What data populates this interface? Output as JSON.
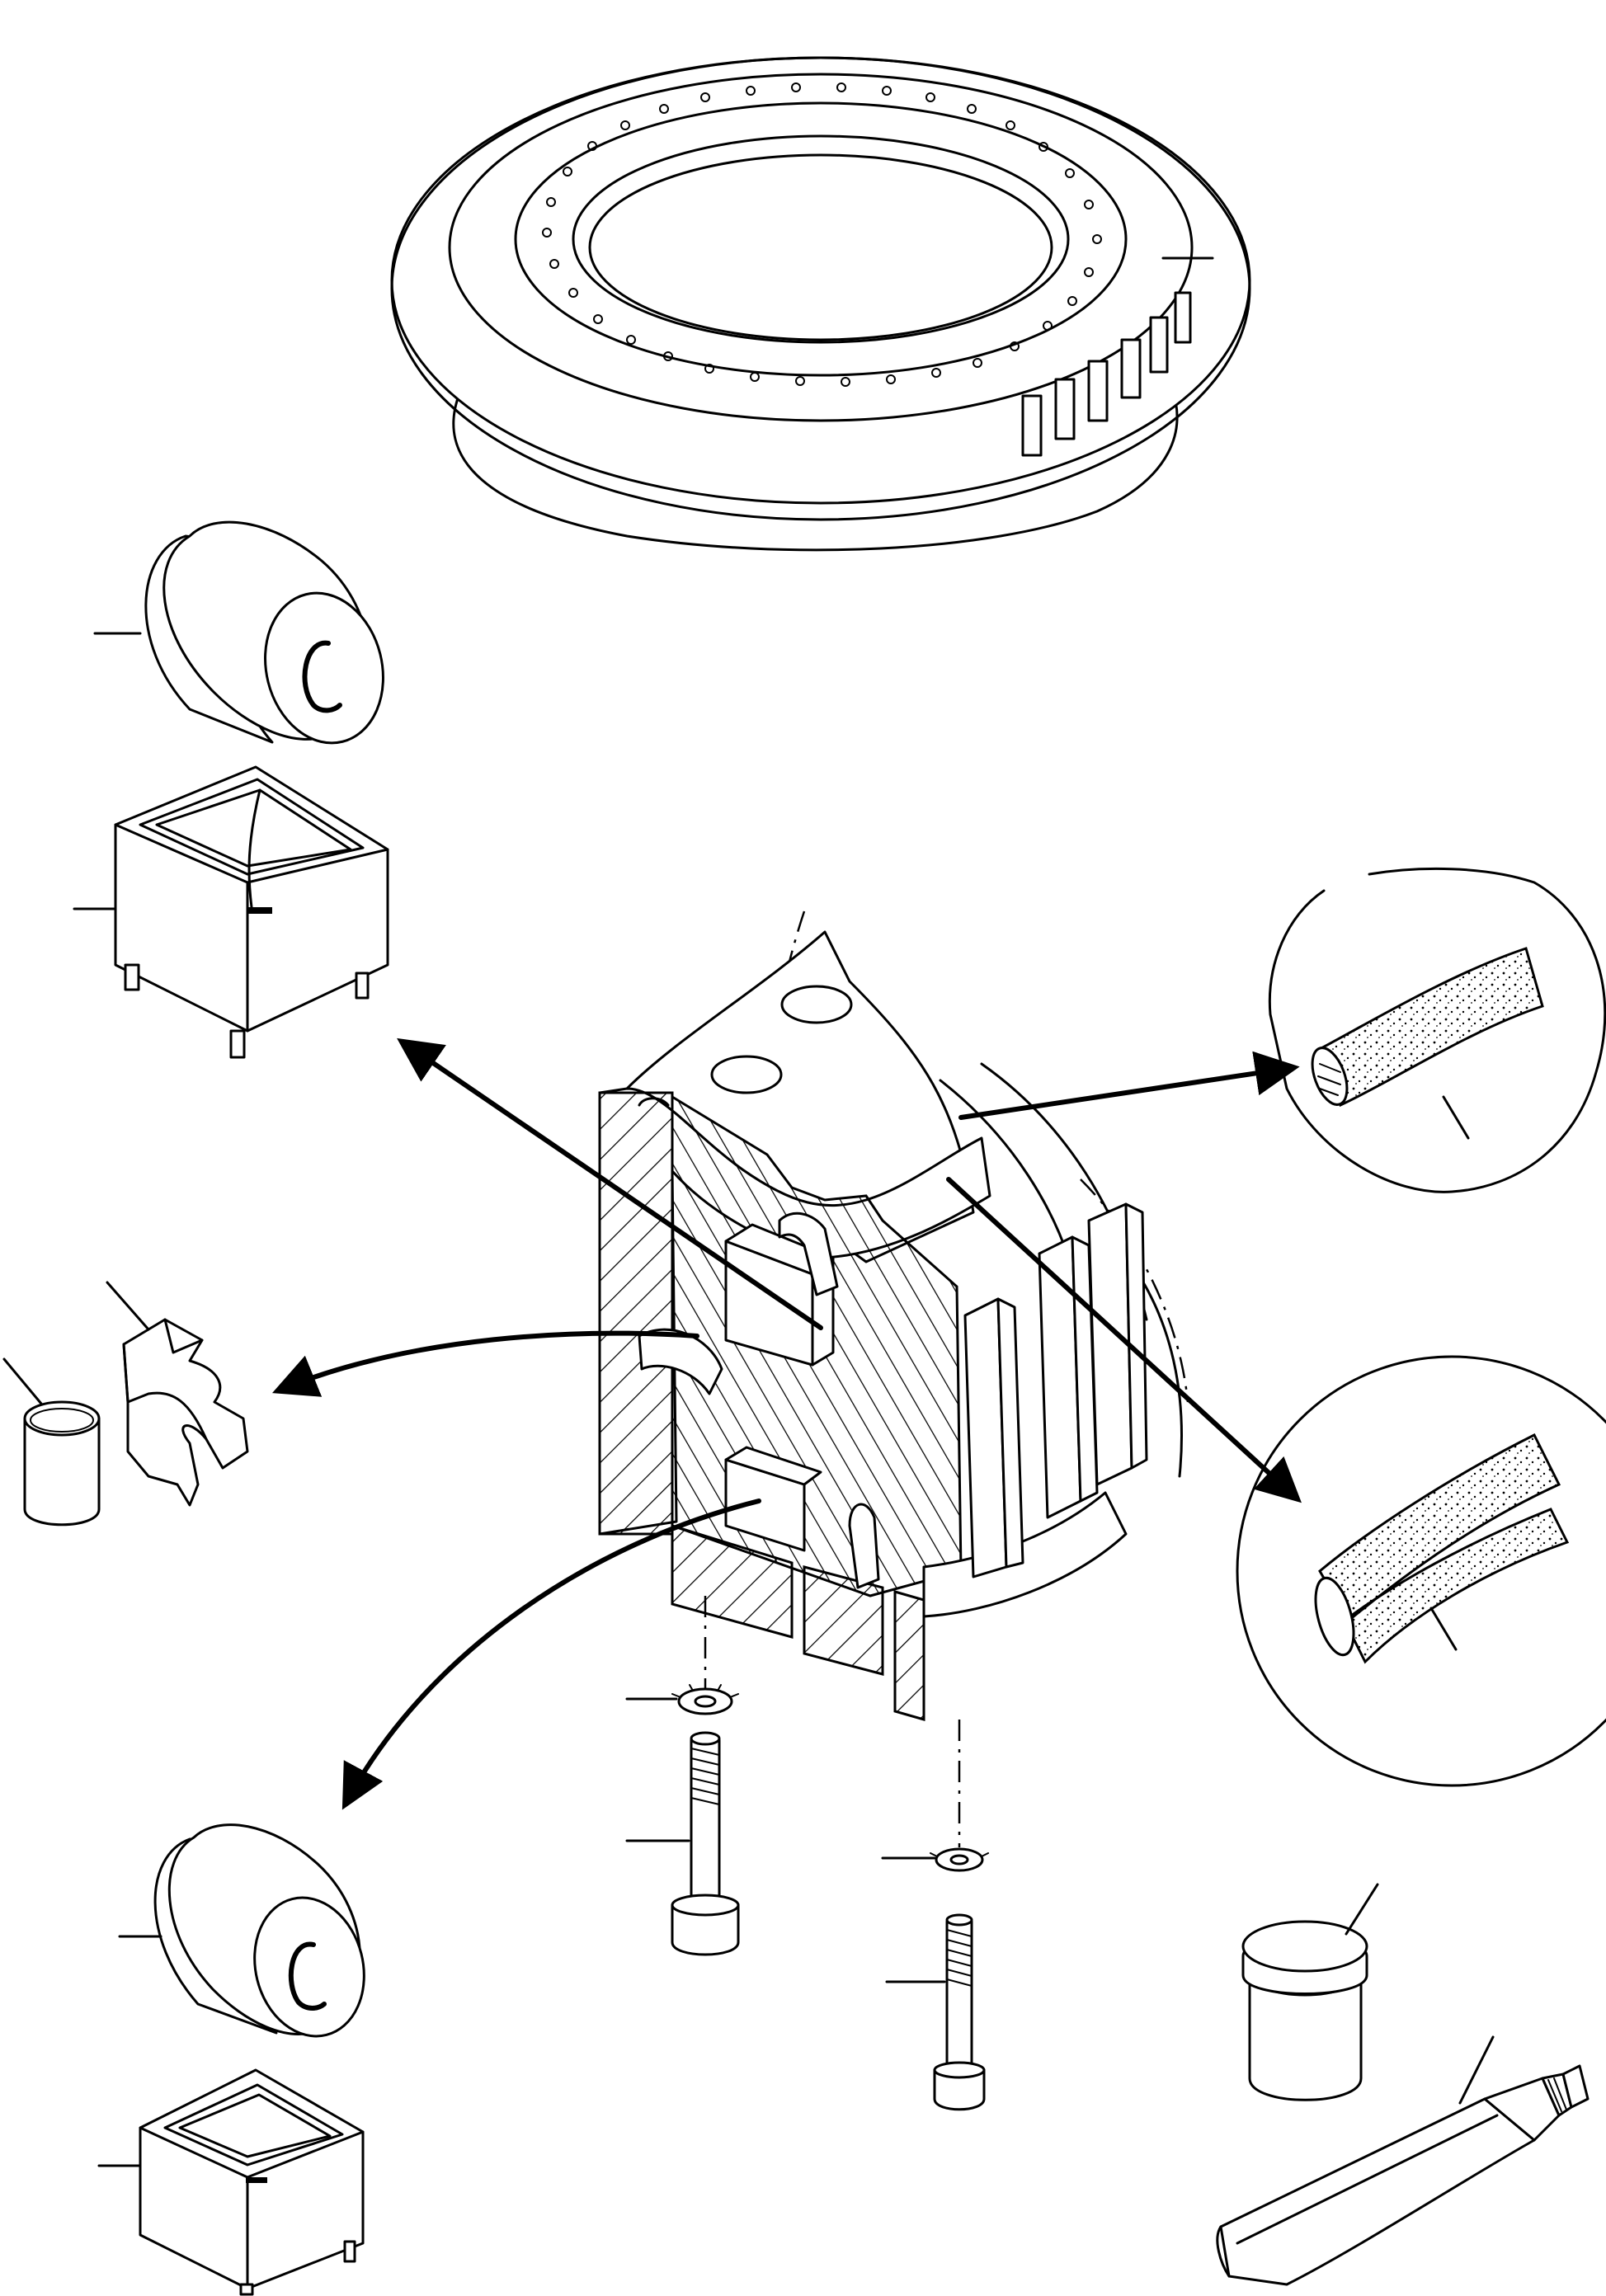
{
  "figure": {
    "parts": [
      "slewing-ring-bearing",
      "rubber-bushing-upper",
      "square-bushing-holder-upper",
      "spider-coupling",
      "small-cylinder-insert",
      "upper-seal-strip",
      "lower-seal-strip",
      "lock-washer-left",
      "bolt-left",
      "lock-washer-right",
      "bolt-right",
      "rubber-bushing-lower",
      "square-bushing-holder-lower",
      "grease-jar",
      "grease-tube"
    ]
  }
}
